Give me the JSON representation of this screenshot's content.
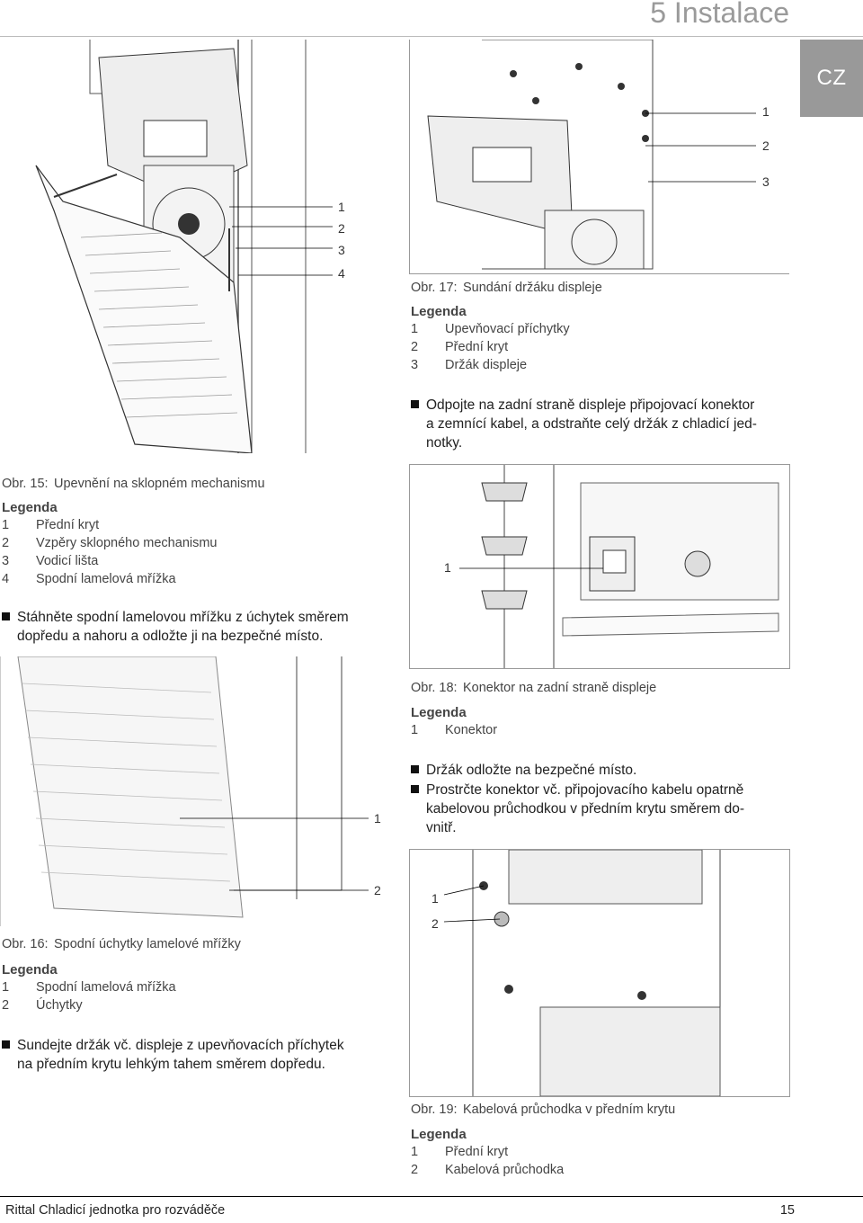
{
  "header": {
    "chapter": "5 Instalace",
    "lang_tab": "CZ"
  },
  "fig15": {
    "caption_num": "Obr. 15:",
    "caption_text": "Upevnění na sklopném mechanismu",
    "legend_title": "Legenda",
    "legend": [
      {
        "n": "1",
        "t": "Přední kryt"
      },
      {
        "n": "2",
        "t": "Vzpěry sklopného mechanismu"
      },
      {
        "n": "3",
        "t": "Vodicí lišta"
      },
      {
        "n": "4",
        "t": "Spodní lamelová mřížka"
      }
    ],
    "callouts": [
      "1",
      "2",
      "3",
      "4"
    ]
  },
  "fig16": {
    "caption_num": "Obr. 16:",
    "caption_text": "Spodní úchytky lamelové mřížky",
    "legend_title": "Legenda",
    "legend": [
      {
        "n": "1",
        "t": "Spodní lamelová mřížka"
      },
      {
        "n": "2",
        "t": "Úchytky"
      }
    ],
    "callouts": [
      "1",
      "2"
    ]
  },
  "fig17": {
    "caption_num": "Obr. 17:",
    "caption_text": "Sundání držáku displeje",
    "legend_title": "Legenda",
    "legend": [
      {
        "n": "1",
        "t": "Upevňovací příchytky"
      },
      {
        "n": "2",
        "t": "Přední kryt"
      },
      {
        "n": "3",
        "t": "Držák displeje"
      }
    ],
    "callouts": [
      "1",
      "2",
      "3"
    ]
  },
  "fig18": {
    "caption_num": "Obr. 18:",
    "caption_text": "Konektor na zadní straně displeje",
    "legend_title": "Legenda",
    "legend": [
      {
        "n": "1",
        "t": "Konektor"
      }
    ],
    "callouts": [
      "1"
    ]
  },
  "fig19": {
    "caption_num": "Obr. 19:",
    "caption_text": "Kabelová průchodka v předním krytu",
    "legend_title": "Legenda",
    "legend": [
      {
        "n": "1",
        "t": "Přední kryt"
      },
      {
        "n": "2",
        "t": "Kabelová průchodka"
      }
    ],
    "callouts": [
      "1",
      "2"
    ]
  },
  "steps": {
    "s1_l1": "Stáhněte spodní lamelovou mřížku z úchytek směrem",
    "s1_l2": "dopředu a nahoru a odložte ji na bezpečné místo.",
    "s2_l1": "Sundejte držák vč. displeje z upevňovacích příchytek",
    "s2_l2": "na předním krytu lehkým tahem směrem dopředu.",
    "s3_l1": "Odpojte na zadní straně displeje připojovací konektor",
    "s3_l2": "a zemnící kabel, a odstraňte celý držák z chladicí jed-",
    "s3_l3": "notky.",
    "s4_l1": "Držák odložte na bezpečné místo.",
    "s5_l1": "Prostrčte konektor vč. připojovacího kabelu opatrně",
    "s5_l2": "kabelovou průchodkou v předním krytu směrem do-",
    "s5_l3": "vnitř."
  },
  "footer": {
    "left": "Rittal Chladicí jednotka pro rozváděče",
    "page": "15"
  }
}
